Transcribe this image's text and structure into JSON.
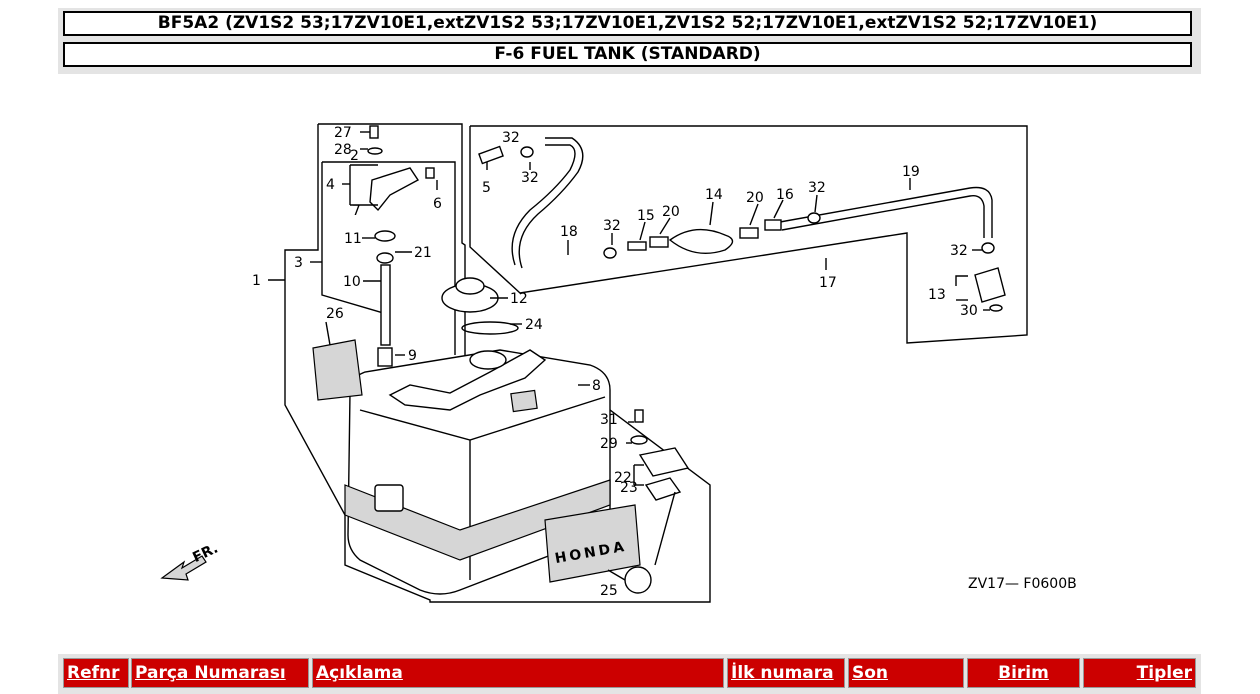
{
  "header": {
    "model": "BF5A2 (ZV1S2 53;17ZV10E1,extZV1S2 53;17ZV10E1,ZV1S2 52;17ZV10E1,extZV1S2 52;17ZV10E1)",
    "section": "F-6 FUEL TANK (STANDARD)"
  },
  "diagram": {
    "code": "ZV17— F0600B",
    "direction_label": "FR.",
    "brand_text": "HONDA",
    "refs": [
      "1",
      "2",
      "3",
      "4",
      "5",
      "6",
      "7",
      "8",
      "9",
      "10",
      "11",
      "12",
      "13",
      "14",
      "15",
      "16",
      "17",
      "18",
      "19",
      "20",
      "20",
      "21",
      "22",
      "23",
      "24",
      "25",
      "26",
      "27",
      "28",
      "29",
      "30",
      "31",
      "32",
      "32",
      "32",
      "32",
      "32"
    ]
  },
  "table": {
    "columns": [
      {
        "label": "Refnr"
      },
      {
        "label": "Parça Numarası"
      },
      {
        "label": "Açıklama"
      },
      {
        "label": "İlk numara"
      },
      {
        "label": "Son"
      },
      {
        "label": "Birim"
      },
      {
        "label": "Tipler"
      }
    ]
  }
}
